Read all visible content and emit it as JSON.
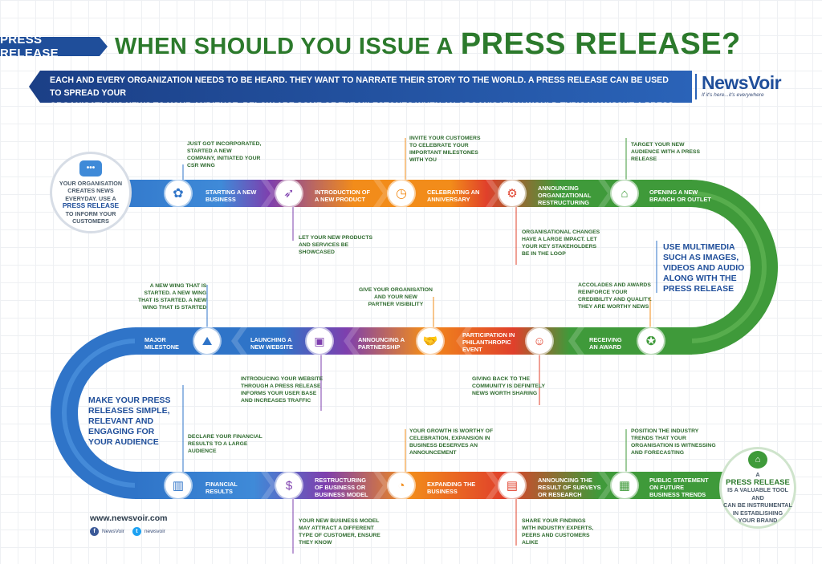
{
  "header": {
    "tag": "PRESS RELEASE",
    "title_part1": "WHEN SHOULD YOU ISSUE A",
    "title_part2": "PRESS RELEASE?"
  },
  "intro": {
    "line1": "EACH AND EVERY ORGANIZATION NEEDS TO BE HEARD. THEY WANT TO NARRATE THEIR STORY TO THE WORLD. A PRESS RELEASE CAN BE USED TO SPREAD YOUR",
    "line2": "ORGANISATION'S NEWS TO YOUR AUDIENCE. BELOW ARE SOME OF THE MILESTONES WHEN AN ORGANISATION WOULD TYPICALLY ISSUE A PRESS RELEASE."
  },
  "brand": {
    "name": "NewsVoir",
    "slogan": "If it's here...it's everywhere"
  },
  "start": {
    "before": [
      "YOUR ORGANISATION",
      "CREATES NEWS",
      "EVERYDAY. USE A"
    ],
    "highlight": "PRESS RELEASE",
    "after": [
      "TO INFORM YOUR",
      "CUSTOMERS"
    ]
  },
  "end": {
    "top": "A",
    "highlight": "PRESS RELEASE",
    "after": [
      "IS A VALUABLE TOOL AND",
      "CAN BE INSTRUMENTAL",
      "IN ESTABLISHING",
      "YOUR BRAND"
    ]
  },
  "milestones": [
    {
      "label": [
        "STARTING A NEW",
        "BUSINESS"
      ],
      "desc": [
        "JUST GOT INCORPORATED,",
        "STARTED A NEW",
        "COMPANY, INITIATED YOUR",
        "CSR WING"
      ]
    },
    {
      "label": [
        "INTRODUCTION OF",
        "A NEW PRODUCT"
      ],
      "desc": [
        "LET YOUR NEW PRODUCTS",
        "AND SERVICES BE",
        "SHOWCASED"
      ]
    },
    {
      "label": [
        "CELEBRATING AN",
        "ANNIVERSARY"
      ],
      "desc": [
        "INVITE YOUR CUSTOMERS",
        "TO CELEBRATE YOUR",
        "IMPORTANT MILESTONES",
        "WITH YOU"
      ]
    },
    {
      "label": [
        "ANNOUNCING",
        "ORGANIZATIONAL",
        "RESTRUCTURING"
      ],
      "desc": [
        "ORGANISATIONAL CHANGES",
        "HAVE A LARGE IMPACT. LET",
        "YOUR KEY STAKEHOLDERS",
        "BE IN THE LOOP"
      ]
    },
    {
      "label": [
        "OPENING A NEW",
        "BRANCH OR OUTLET"
      ],
      "desc": [
        "TARGET YOUR NEW",
        "AUDIENCE WITH A PRESS",
        "RELEASE"
      ]
    },
    {
      "label": [
        "RECEIVING",
        "AN AWARD"
      ],
      "desc": [
        "ACCOLADES AND AWARDS",
        "REINFORCE YOUR",
        "CREDIBILITY AND QUALITY.",
        "THEY ARE WORTHY NEWS"
      ]
    },
    {
      "label": [
        "PARTICIPATION IN",
        "PHILANTHROPIC",
        "EVENT"
      ],
      "desc": [
        "GIVING BACK TO THE",
        "COMMUNITY IS DEFINITELY",
        "NEWS WORTH SHARING"
      ]
    },
    {
      "label": [
        "ANNOUNCING A",
        "PARTNERSHIP"
      ],
      "desc": [
        "GIVE YOUR ORGANISATION",
        "AND YOUR NEW",
        "PARTNER VISIBILITY"
      ]
    },
    {
      "label": [
        "LAUNCHING A",
        "NEW WEBSITE"
      ],
      "desc": [
        "INTRODUCING YOUR WEBSITE",
        "THROUGH A PRESS RELEASE",
        "INFORMS YOUR USER BASE",
        "AND INCREASES TRAFFIC"
      ]
    },
    {
      "label": [
        "MAJOR",
        "MILESTONE"
      ],
      "desc": [
        "A NEW WING THAT IS",
        "STARTED. A NEW WING",
        "THAT IS STARTED. A NEW",
        "WING THAT IS STARTED"
      ]
    },
    {
      "label": [
        "FINANCIAL",
        "RESULTS"
      ],
      "desc": [
        "DECLARE YOUR FINANCIAL",
        "RESULTS TO A LARGE",
        "AUDIENCE"
      ]
    },
    {
      "label": [
        "RESTRUCTURING",
        "OF BUSINESS OR",
        "BUSINESS MODEL"
      ],
      "desc": [
        "YOUR NEW BUSINESS MODEL",
        "MAY ATTRACT A DIFFERENT",
        "TYPE OF CUSTOMER, ENSURE",
        "THEY KNOW"
      ]
    },
    {
      "label": [
        "EXPANDING THE",
        "BUSINESS"
      ],
      "desc": [
        "YOUR GROWTH IS WORTHY OF",
        "CELEBRATION, EXPANSION IN",
        "BUSINESS DESERVES AN",
        "ANNOUNCEMENT"
      ]
    },
    {
      "label": [
        "ANNOUNCING THE",
        "RESULT OF SURVEYS",
        "OR RESEARCH"
      ],
      "desc": [
        "SHARE YOUR FINDINGS",
        "WITH INDUSTRY EXPERTS,",
        "PEERS AND CUSTOMERS",
        "ALIKE"
      ]
    },
    {
      "label": [
        "PUBLIC STATEMENT",
        "ON FUTURE",
        "BUSINESS TRENDS"
      ],
      "desc": [
        "POSITION THE INDUSTRY",
        "TRENDS THAT YOUR",
        "ORGANISATION IS WITNESSING",
        "AND FORECASTING"
      ]
    }
  ],
  "callouts": {
    "right": [
      "USE MULTIMEDIA",
      "SUCH AS IMAGES,",
      "VIDEOS AND AUDIO",
      "ALONG WITH THE",
      "PRESS RELEASE"
    ],
    "left": [
      "MAKE YOUR PRESS",
      "RELEASES SIMPLE,",
      "RELEVANT AND",
      "ENGAGING FOR",
      "YOUR AUDIENCE"
    ]
  },
  "footer": {
    "url": "www.newsvoir.com",
    "facebook": "NewsVoir",
    "twitter": "newsvoir"
  },
  "colors": {
    "blue": "#2f74c8",
    "purple": "#7e3fae",
    "orange": "#f28c1a",
    "red": "#e0402b",
    "green": "#3f9a3a",
    "title_green": "#2c7a2c",
    "navy": "#1f4e9a"
  }
}
